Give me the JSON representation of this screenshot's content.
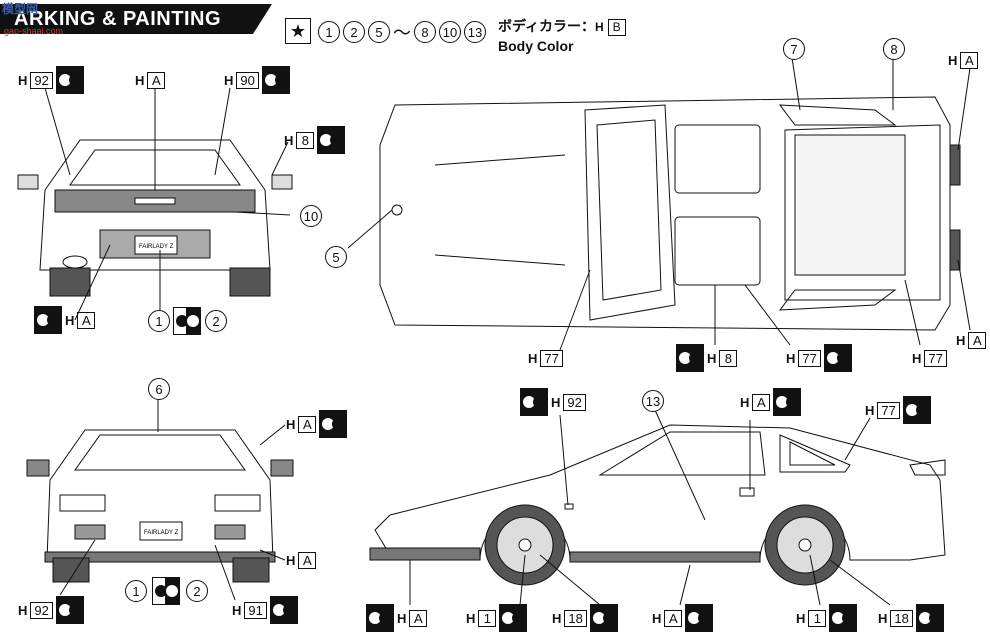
{
  "header": {
    "title": "ARKING & PAINTING",
    "watermark": "模型网",
    "watermark_url": "gao-shaai.com",
    "body_color_label": "ボディカラー：",
    "body_color_h": "H",
    "body_color_code": "B",
    "body_color_en": "Body Color",
    "parts": [
      "1",
      "2",
      "5",
      "～",
      "8",
      "10",
      "13"
    ]
  },
  "views": {
    "rear": {
      "labels": [
        {
          "id": "r-h92",
          "h": "H",
          "code": "92"
        },
        {
          "id": "r-ha",
          "h": "H",
          "code": "A"
        },
        {
          "id": "r-h90",
          "h": "H",
          "code": "90"
        },
        {
          "id": "r-h8",
          "h": "H",
          "code": "8"
        },
        {
          "id": "r-ha2",
          "h": "H",
          "code": "A"
        }
      ],
      "plate": "FAIRLADY Z",
      "callouts": [
        "10",
        "1",
        "2"
      ]
    },
    "top": {
      "labels": [
        {
          "id": "t-ha1",
          "h": "H",
          "code": "A"
        },
        {
          "id": "t-ha2",
          "h": "H",
          "code": "A"
        },
        {
          "id": "t-h77a",
          "h": "H",
          "code": "77"
        },
        {
          "id": "t-h8",
          "h": "H",
          "code": "8"
        },
        {
          "id": "t-h77b",
          "h": "H",
          "code": "77"
        },
        {
          "id": "t-h77c",
          "h": "H",
          "code": "77"
        }
      ],
      "callouts": [
        "7",
        "8",
        "5"
      ]
    },
    "front": {
      "labels": [
        {
          "id": "f-ha1",
          "h": "H",
          "code": "A"
        },
        {
          "id": "f-ha2",
          "h": "H",
          "code": "A"
        },
        {
          "id": "f-h92",
          "h": "H",
          "code": "92"
        },
        {
          "id": "f-h91",
          "h": "H",
          "code": "91"
        }
      ],
      "plate": "FAIRLADY Z",
      "callouts": [
        "6",
        "1",
        "2"
      ]
    },
    "side": {
      "labels": [
        {
          "id": "s-h92",
          "h": "H",
          "code": "92"
        },
        {
          "id": "s-ha1",
          "h": "H",
          "code": "A"
        },
        {
          "id": "s-h77",
          "h": "H",
          "code": "77"
        },
        {
          "id": "s-ha2",
          "h": "H",
          "code": "A"
        },
        {
          "id": "s-h1a",
          "h": "H",
          "code": "1"
        },
        {
          "id": "s-h18a",
          "h": "H",
          "code": "18"
        },
        {
          "id": "s-ha3",
          "h": "H",
          "code": "A"
        },
        {
          "id": "s-h1b",
          "h": "H",
          "code": "1"
        },
        {
          "id": "s-h18b",
          "h": "H",
          "code": "18"
        }
      ],
      "callouts": [
        "13"
      ]
    }
  },
  "colors": {
    "ink": "#111111",
    "paper": "#ffffff",
    "shade": "#bfbfbf"
  }
}
